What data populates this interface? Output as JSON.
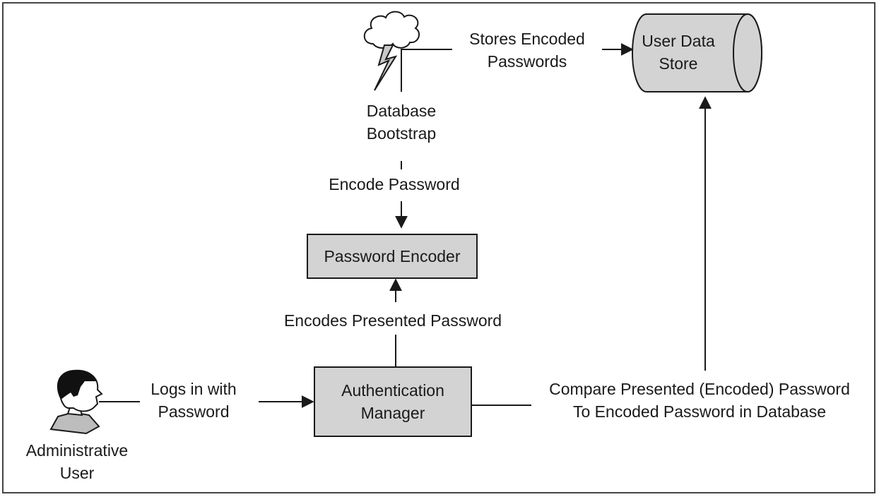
{
  "nodes": {
    "user_data_store": {
      "line1": "User Data",
      "line2": "Store"
    },
    "database_bootstrap": {
      "line1": "Database",
      "line2": "Bootstrap"
    },
    "password_encoder": {
      "label": "Password Encoder"
    },
    "authentication_manager": {
      "line1": "Authentication",
      "line2": "Manager"
    },
    "administrative_user": {
      "line1": "Administrative",
      "line2": "User"
    }
  },
  "edges": {
    "stores_encoded": {
      "line1": "Stores Encoded",
      "line2": "Passwords"
    },
    "encode_password": {
      "label": "Encode Password"
    },
    "encodes_presented": {
      "label": "Encodes Presented Password"
    },
    "logs_in": {
      "line1": "Logs in with",
      "line2": "Password"
    },
    "compare": {
      "line1": "Compare Presented (Encoded) Password",
      "line2": "To Encoded Password in Database"
    }
  },
  "colors": {
    "box_fill": "#d3d3d3",
    "stroke": "#1a1a1a",
    "background": "#ffffff"
  },
  "icons": [
    "cloud-lightning-icon",
    "person-speaking-icon"
  ]
}
